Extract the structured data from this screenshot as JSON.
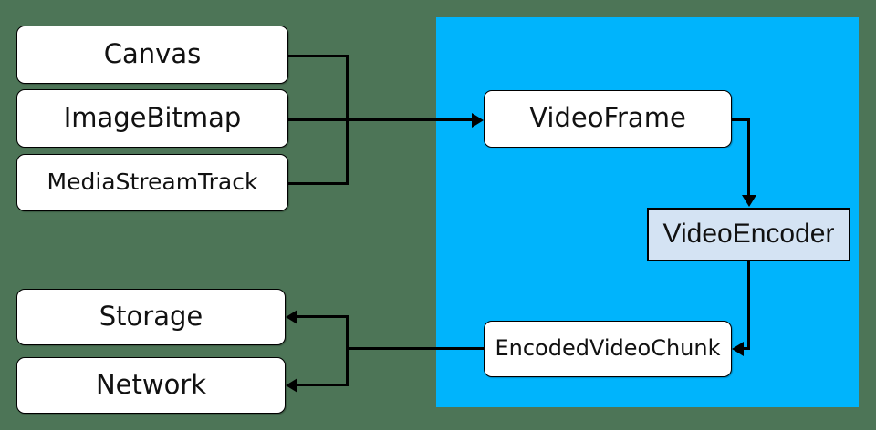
{
  "diagram": {
    "colors": {
      "page_background": "#4d7557",
      "highlight_region": "#00b4fc",
      "node_fill": "#ffffff",
      "encoder_node_fill": "#d4e3f3",
      "line": "#000000",
      "text": "#111111"
    },
    "nodes": {
      "canvas": {
        "label": "Canvas"
      },
      "image_bitmap": {
        "label": "ImageBitmap"
      },
      "media_stream_track": {
        "label": "MediaStreamTrack"
      },
      "video_frame": {
        "label": "VideoFrame"
      },
      "video_encoder": {
        "label": "VideoEncoder"
      },
      "encoded_video_chunk": {
        "label": "EncodedVideoChunk"
      },
      "storage": {
        "label": "Storage"
      },
      "network": {
        "label": "Network"
      }
    },
    "edges": [
      {
        "from": "Canvas",
        "to": "VideoFrame"
      },
      {
        "from": "ImageBitmap",
        "to": "VideoFrame"
      },
      {
        "from": "MediaStreamTrack",
        "to": "VideoFrame"
      },
      {
        "from": "VideoFrame",
        "to": "VideoEncoder"
      },
      {
        "from": "VideoEncoder",
        "to": "EncodedVideoChunk"
      },
      {
        "from": "EncodedVideoChunk",
        "to": "Storage"
      },
      {
        "from": "EncodedVideoChunk",
        "to": "Network"
      }
    ]
  }
}
